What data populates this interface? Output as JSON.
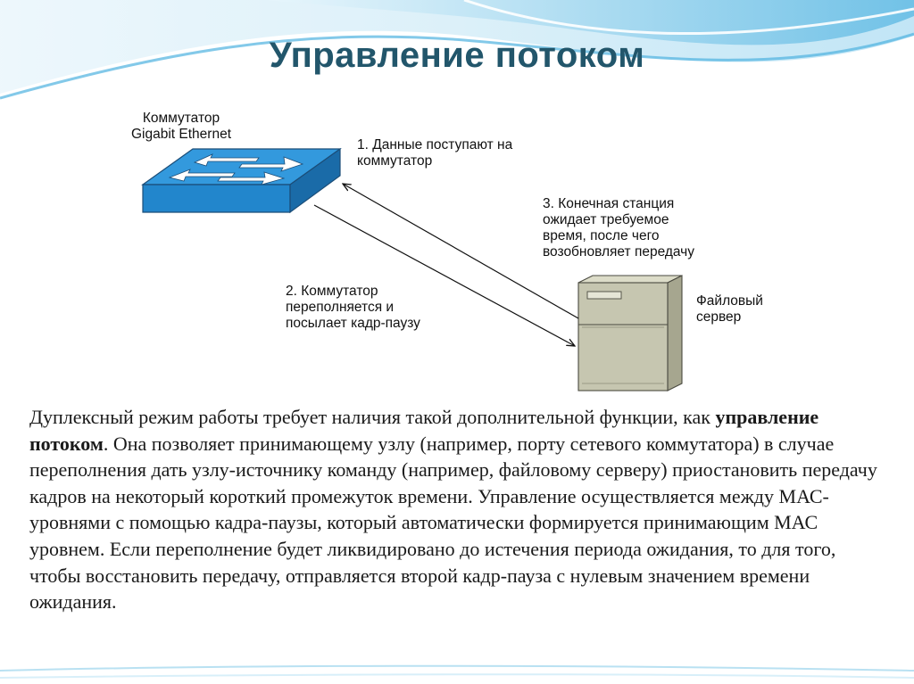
{
  "slide": {
    "title": "Управление потоком"
  },
  "diagram": {
    "switch_label": "Коммутатор\nGigabit Ethernet",
    "step1": "1. Данные поступают на\nкоммутатор",
    "step2": "2. Коммутатор\nпереполняется и\nпосылает кадр-паузу",
    "step3": "3. Конечная станция\nожидает требуемое\nвремя, после чего\nвозобновляет передачу",
    "server_label": "Файловый\nсервер",
    "colors": {
      "switch_top": "#2f8ed6",
      "switch_side": "#1a6fb2",
      "server_body": "#c9c9b4",
      "wave": "#3aa3d8"
    },
    "icons": [
      "switch-icon",
      "server-icon",
      "arrow-left-icon",
      "arrow-right-icon"
    ]
  },
  "body": {
    "part1": "Дуплексный режим работы требует наличия такой дополнительной функции, как ",
    "bold": "управление потоком",
    "part2": ". Она позволяет принимающему узлу (например, порту сетевого коммутатора) в случае переполнения дать узлу-источнику команду (например, файловому серверу) приостановить передачу кадров на некоторый короткий промежуток времени. Управление осуществляется между МАС-уровнями с помощью кадра-паузы, который автоматически формируется принимающим МАС уровнем. Если переполнение будет ликвидировано до истечения периода ожидания, то для того, чтобы восстановить передачу, отправляется второй кадр-пауза с нулевым значением времени ожидания."
  }
}
